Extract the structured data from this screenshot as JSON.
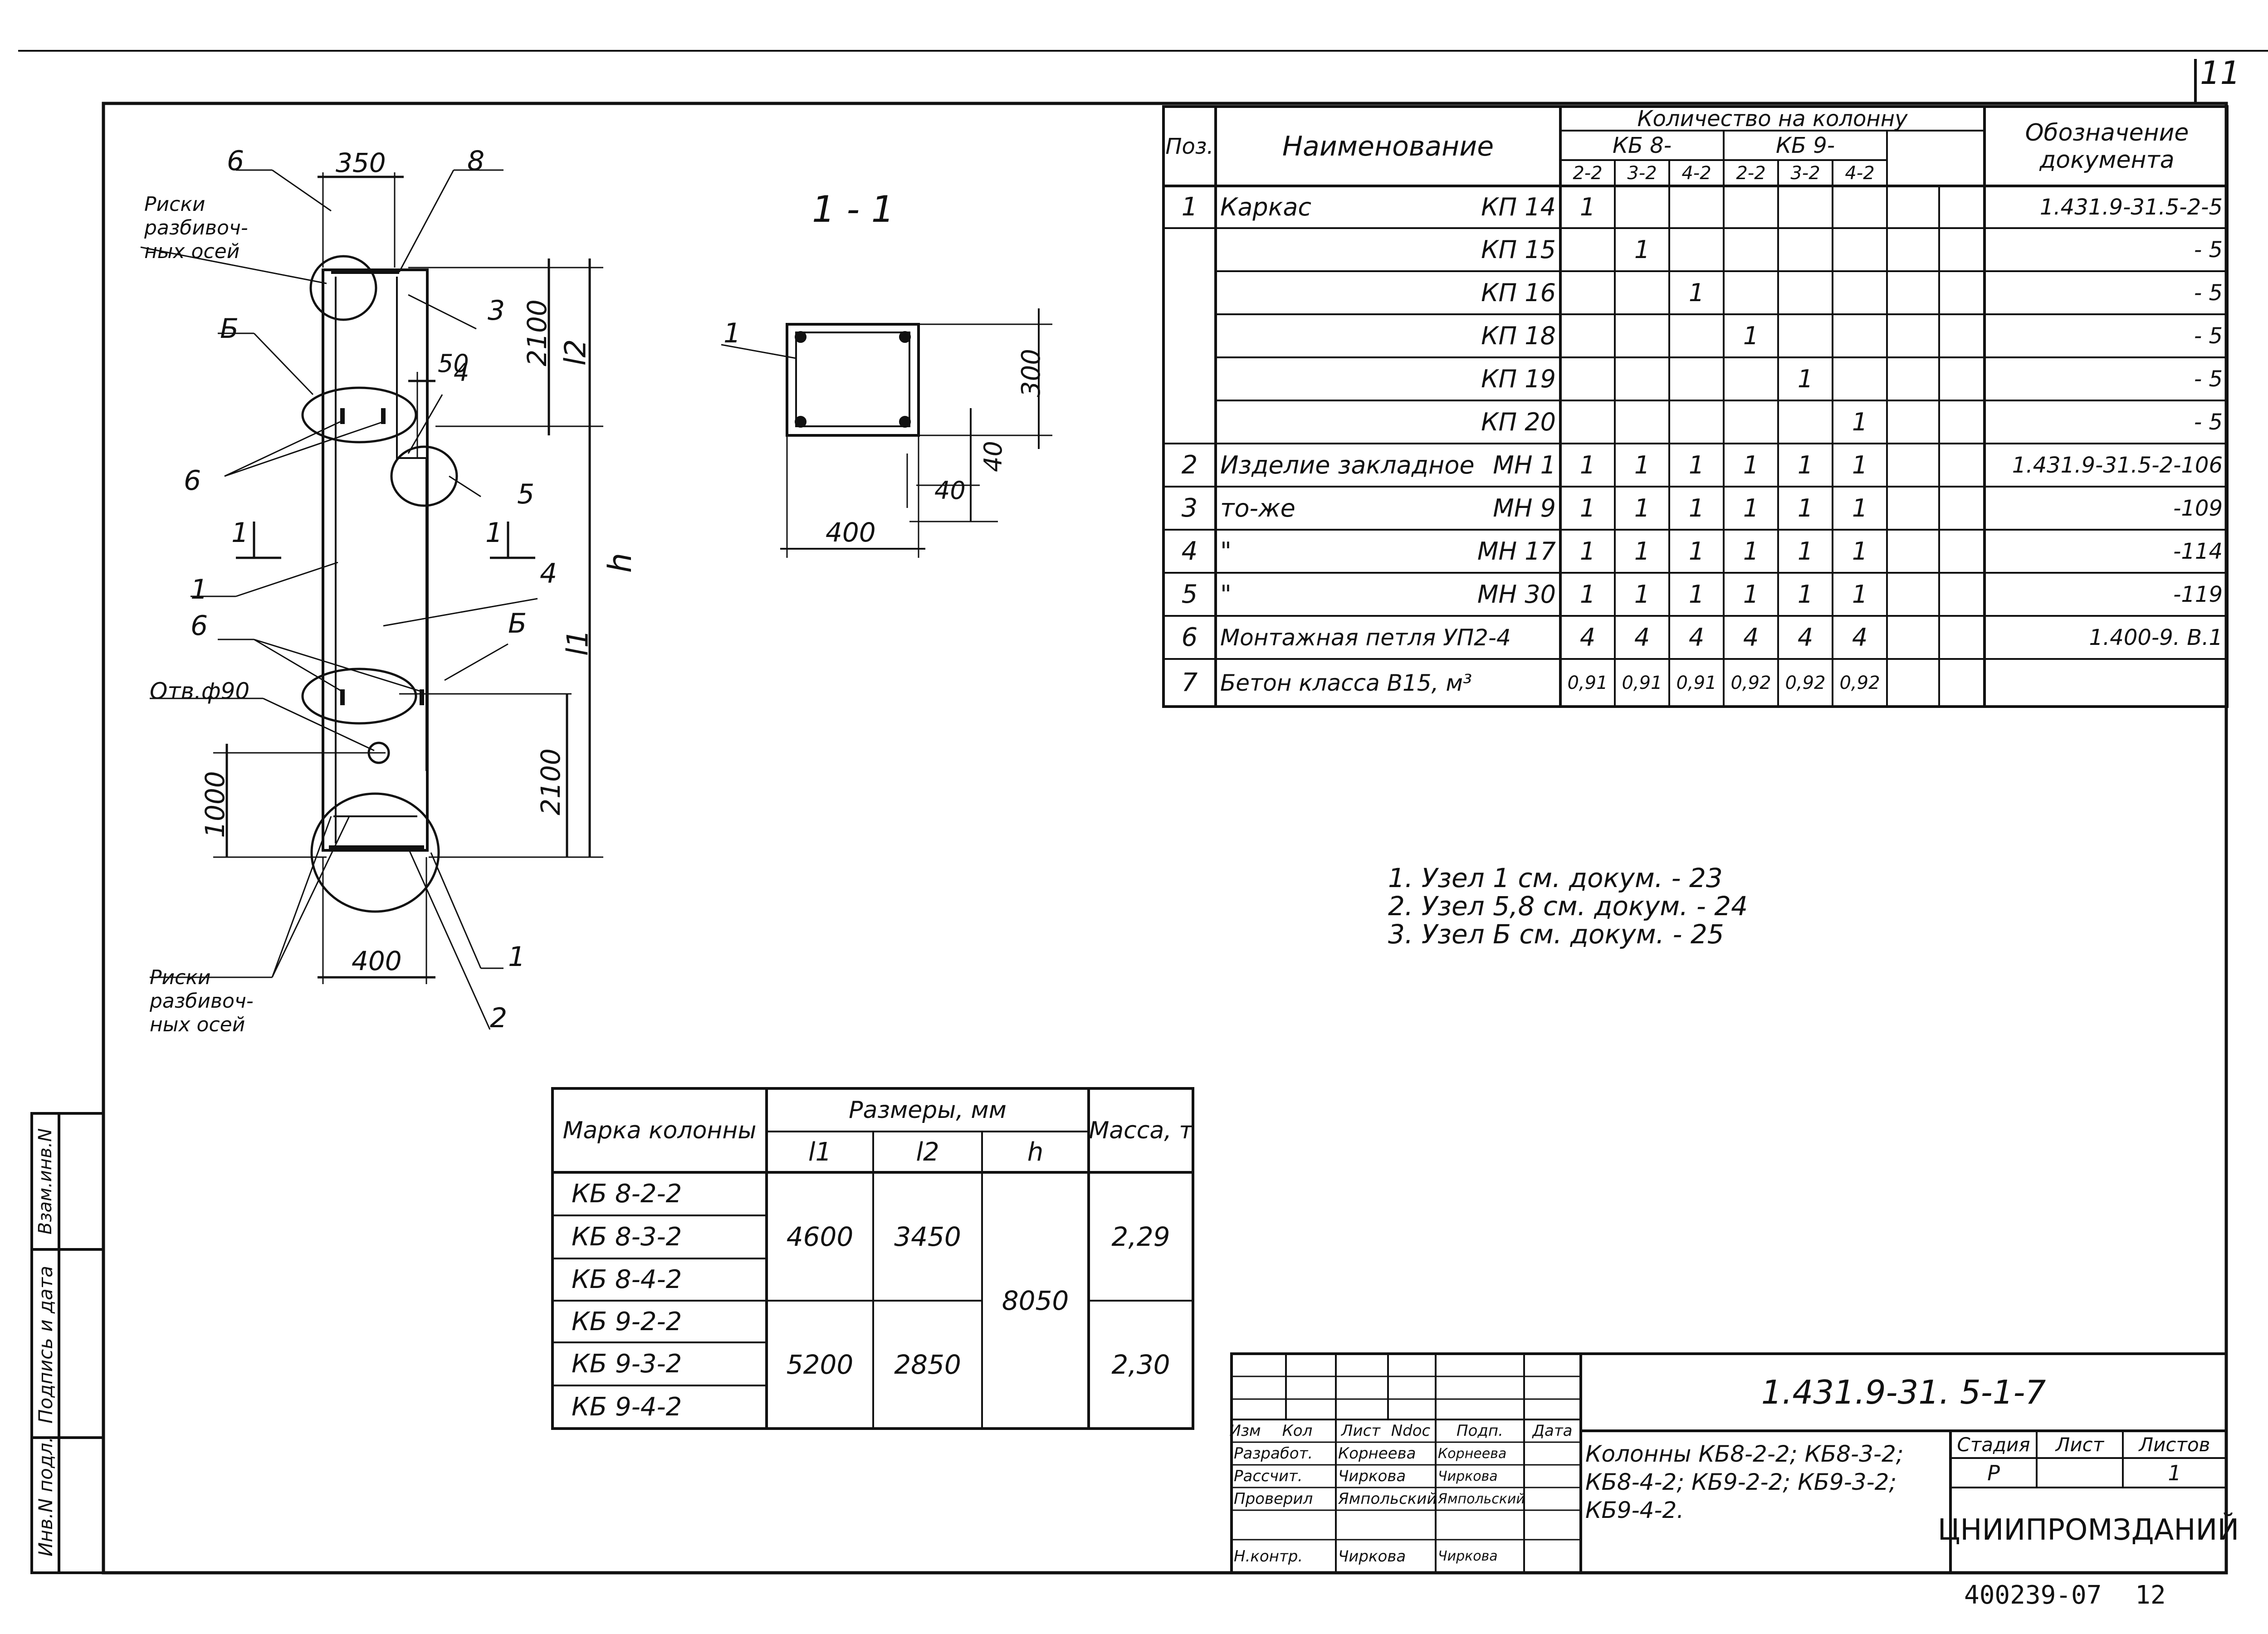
{
  "sheet": {
    "page_number": "11",
    "archive_number": "400239-07",
    "archive_suffix": "12",
    "notes": [
      "1. Узел 1 см. докум. - 23",
      "2. Узел 5,8 см. докум. - 24",
      "3. Узел Б см. докум. - 25"
    ]
  },
  "drawing": {
    "section_label": "1 - 1",
    "dims": {
      "d350": "350",
      "d2100_top": "2100",
      "l2": "l2",
      "h": "h",
      "l1": "l1",
      "d50": "50",
      "d2100_bot": "2100",
      "d1000": "1000",
      "d400_bottom": "400",
      "sec_300": "300",
      "sec_40a": "40",
      "sec_40b": "40",
      "sec_400": "400"
    },
    "callouts": {
      "c6_top": "6",
      "c8": "8",
      "c3": "3",
      "cB_top": "Б",
      "c4_top": "4",
      "c6_mid": "6",
      "c5": "5",
      "c1_left": "1",
      "c4_mid": "4",
      "cB_mid": "Б",
      "c6_low": "6",
      "c1_bottom": "1",
      "c2_bottom": "2",
      "sec_1": "1",
      "cut_1a": "1",
      "cut_1b": "1"
    },
    "labels": {
      "riski_top": [
        "Риски",
        "разбивоч-",
        "ных осей"
      ],
      "riski_bottom": [
        "Риски",
        "разбивоч-",
        "ных осей"
      ],
      "hole": "Отв.ф90"
    }
  },
  "spec_table": {
    "headers": {
      "pos": "Поз.",
      "name": "Наименование",
      "qty": "Количество на колонну",
      "kb8": "КБ 8-",
      "kb9": "КБ 9-",
      "doc": "Обозначение документа",
      "subcols": [
        "2-2",
        "3-2",
        "4-2",
        "2-2",
        "3-2",
        "4-2"
      ]
    },
    "rows": [
      {
        "pos": "1",
        "name": "Каркас",
        "mark": "КП 14",
        "q": [
          "1",
          "",
          "",
          "",
          "",
          ""
        ],
        "doc": "1.431.9-31.5-2-5"
      },
      {
        "pos": "",
        "name": "",
        "mark": "КП 15",
        "q": [
          "",
          "1",
          "",
          "",
          "",
          ""
        ],
        "doc": "- 5"
      },
      {
        "pos": "",
        "name": "",
        "mark": "КП 16",
        "q": [
          "",
          "",
          "1",
          "",
          "",
          ""
        ],
        "doc": "- 5"
      },
      {
        "pos": "",
        "name": "",
        "mark": "КП 18",
        "q": [
          "",
          "",
          "",
          "1",
          "",
          ""
        ],
        "doc": "- 5"
      },
      {
        "pos": "",
        "name": "",
        "mark": "КП 19",
        "q": [
          "",
          "",
          "",
          "",
          "1",
          ""
        ],
        "doc": "- 5"
      },
      {
        "pos": "",
        "name": "",
        "mark": "КП 20",
        "q": [
          "",
          "",
          "",
          "",
          "",
          "1"
        ],
        "doc": "- 5"
      },
      {
        "pos": "2",
        "name": "Изделие закладное",
        "mark": "МН 1",
        "q": [
          "1",
          "1",
          "1",
          "1",
          "1",
          "1"
        ],
        "doc": "1.431.9-31.5-2-106"
      },
      {
        "pos": "3",
        "name": "то-же",
        "mark": "МН 9",
        "q": [
          "1",
          "1",
          "1",
          "1",
          "1",
          "1"
        ],
        "doc": "-109"
      },
      {
        "pos": "4",
        "name": "\"",
        "mark": "МН 17",
        "q": [
          "1",
          "1",
          "1",
          "1",
          "1",
          "1"
        ],
        "doc": "-114"
      },
      {
        "pos": "5",
        "name": "\"",
        "mark": "МН 30",
        "q": [
          "1",
          "1",
          "1",
          "1",
          "1",
          "1"
        ],
        "doc": "-119"
      },
      {
        "pos": "6",
        "name": "Монтажная петля УП2-4",
        "mark": "",
        "q": [
          "4",
          "4",
          "4",
          "4",
          "4",
          "4"
        ],
        "doc": "1.400-9. В.1"
      },
      {
        "pos": "7",
        "name": "Бетон класса В15, м³",
        "mark": "",
        "q": [
          "0,91",
          "0,91",
          "0,91",
          "0,92",
          "0,92",
          "0,92"
        ],
        "doc": ""
      }
    ]
  },
  "size_table": {
    "headers": {
      "mark": "Марка колонны",
      "dims": "Размеры, мм",
      "l1": "l1",
      "l2": "l2",
      "h": "h",
      "mass": "Масса, т"
    },
    "marks": [
      "КБ 8-2-2",
      "КБ 8-3-2",
      "КБ 8-4-2",
      "КБ 9-2-2",
      "КБ 9-3-2",
      "КБ 9-4-2"
    ],
    "group1": {
      "l1": "4600",
      "l2": "3450",
      "mass": "2,29"
    },
    "group2": {
      "l1": "5200",
      "l2": "2850",
      "mass": "2,30"
    },
    "h": "8050"
  },
  "title_block": {
    "code": "1.431.9-31. 5-1-7",
    "title": [
      "Колонны КБ8-2-2; КБ8-3-2;",
      "КБ8-4-2; КБ9-2-2; КБ9-3-2;",
      "КБ9-4-2."
    ],
    "col_headers": [
      "Изм",
      "Кол",
      "Лист",
      "Ndoc",
      "Подп.",
      "Дата"
    ],
    "staff": [
      {
        "role": "Разработ.",
        "name": "Корнеева",
        "sign": "Корнеева"
      },
      {
        "role": "Рассчит.",
        "name": "Чиркова",
        "sign": "Чиркова"
      },
      {
        "role": "Проверил",
        "name": "Ямпольский",
        "sign": "Ямпольский"
      },
      {
        "role": "",
        "name": "",
        "sign": ""
      },
      {
        "role": "Н.контр.",
        "name": "Чиркова",
        "sign": "Чиркова"
      }
    ],
    "stage_label": "Стадия",
    "sheet_label": "Лист",
    "sheets_label": "Листов",
    "stage": "Р",
    "sheet": "",
    "sheets": "1",
    "org": "ЦНИИПРОМЗДАНИЙ"
  },
  "side_stamp": [
    "Инв.N подл.",
    "Подпись и дата",
    "Взам.инв.N"
  ]
}
